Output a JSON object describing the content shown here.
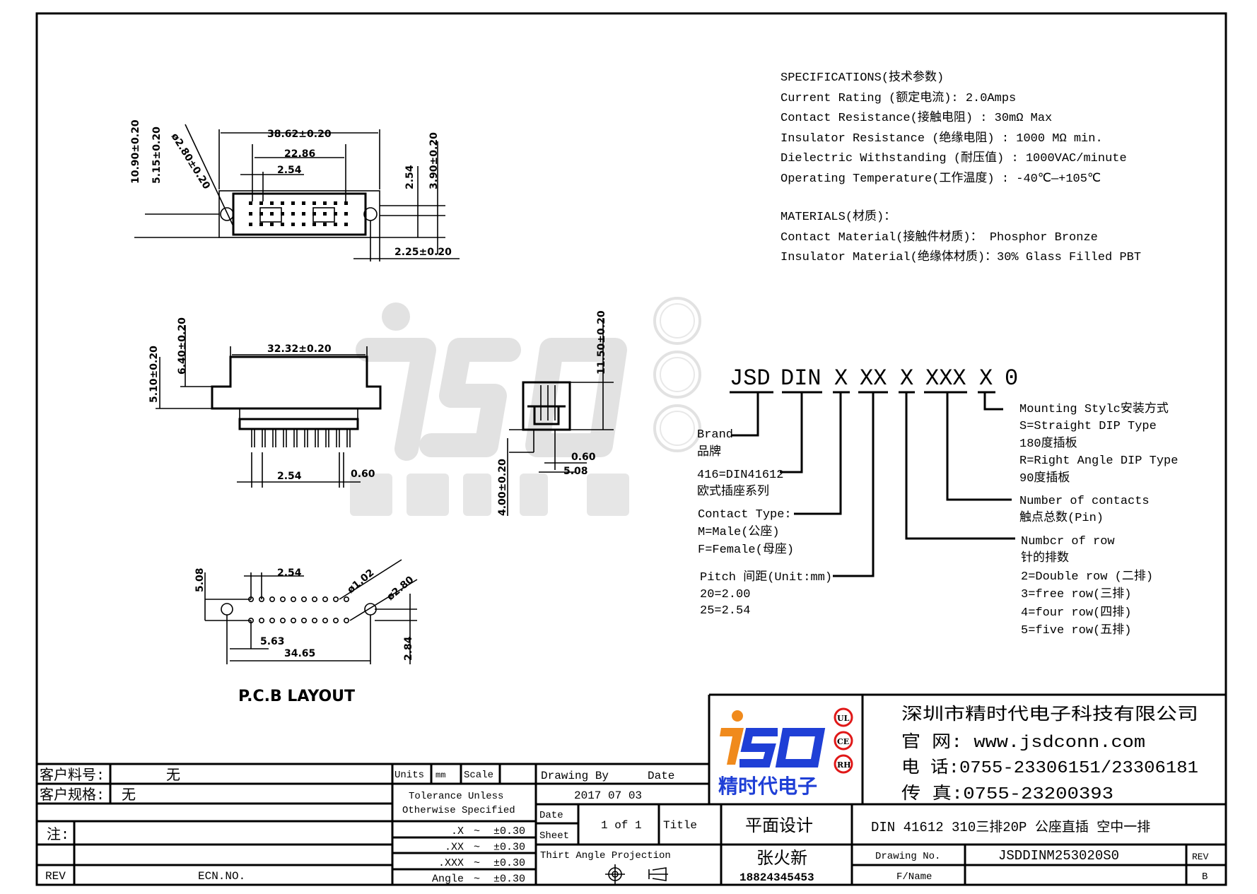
{
  "specifications": {
    "title": "SPECIFICATIONS(技术参数)",
    "lines": [
      "Current Rating (额定电流):   2.0Amps",
      "Contact Resistance(接触电阻) : 30mΩ  Max",
      "Insulator Resistance (绝缘电阻) : 1000 MΩ  min.",
      "Dielectric Withstanding (耐压值) : 1000VAC/minute",
      "Operating Temperature(工作温度) : -40℃—+105℃"
    ]
  },
  "materials": {
    "title": "MATERIALS(材质)：",
    "lines": [
      "Contact Material(接触件材质)：   Phosphor Bronze",
      "Insulator Material(绝缘体材质)：30% Glass Filled PBT"
    ]
  },
  "part_number": {
    "segments": [
      "JSD",
      "DIN",
      "X",
      "XX",
      "X",
      "XXX",
      "X",
      "0"
    ],
    "brand": [
      "Brand",
      "品牌"
    ],
    "series": [
      "416=DIN41612",
      "欧式插座系列"
    ],
    "contact_type": [
      "Contact Type:",
      "M=Male(公座)",
      "F=Female(母座)"
    ],
    "pitch": [
      "Pitch 间距(Unit:mm)",
      "20=2.00",
      "25=2.54"
    ],
    "mounting": [
      "Mounting Stylc安装方式",
      "S=Straight DIP Type",
      "180度插板",
      "R=Right Angle DIP Type",
      "90度插板"
    ],
    "contacts": [
      "Number of contacts",
      "触点总数(Pin)"
    ],
    "rows": [
      "Numbcr of row",
      "针的排数",
      "2=Double row (二排)",
      "3=free row(三排)",
      "4=four row(四排)",
      "5=five row(五排)"
    ]
  },
  "drawing": {
    "top_view": {
      "width": "38.62±0.20",
      "span": "22.86",
      "pitch": "2.54",
      "height": "10.90±0.20",
      "hole_offset": "5.15±0.20",
      "hole_dia": "ø2.80±0.20",
      "row_pitch": "2.54",
      "row_offset": "3.90±0.20",
      "edge": "2.25±0.20"
    },
    "side_view": {
      "width": "32.32±0.20",
      "height_a": "6.40±0.20",
      "height_b": "5.10±0.20",
      "pitch": "2.54",
      "pin": "0.60"
    },
    "end_view": {
      "height": "11.50±0.20",
      "tail": "4.00±0.20",
      "pin": "0.60",
      "spacing": "5.08"
    },
    "pcb": {
      "title": "P.C.B LAYOUT",
      "pitch": "2.54",
      "pin_hole": "ø1.02",
      "mount_hole": "ø2.80",
      "row_spacing": "5.08",
      "offset": "5.63",
      "hole_span": "34.65",
      "hole_offset": "2.84"
    }
  },
  "watermark": {
    "brand": "JSD",
    "name": "精时代电子",
    "certs": [
      "UL",
      "CE",
      "RH"
    ]
  },
  "title_block": {
    "customer_part_label": "客户料号:",
    "customer_part": "无",
    "customer_spec_label": "客户规格:",
    "customer_spec": "无",
    "notes_label": "注:",
    "rev_col_label": "REV",
    "ecn_label": "ECN.NO.",
    "units_label": "Units",
    "units": "mm",
    "scale_label": "Scale",
    "tolerance": [
      "Tolerance Unless",
      "Otherwise Specified"
    ],
    "tolerance_rows": [
      {
        "k": ".X",
        "s": "~",
        "v": "±0.30"
      },
      {
        "k": ".XX",
        "s": "~",
        "v": "±0.30"
      },
      {
        "k": ".XXX",
        "s": "~",
        "v": "±0.30"
      },
      {
        "k": "Angle",
        "s": "~",
        "v": "±0.30"
      }
    ],
    "drawing_by_label": "Drawing By",
    "date_label": "Date",
    "date": "2017  07  03",
    "date_label2": "Date",
    "sheet_label": "Sheet",
    "sheet": "1 of 1",
    "title_label": "Title",
    "projection": "Thirt Angle Projection",
    "design": "平面设计",
    "designer": "张火新",
    "designer_phone": "18824345453",
    "product_title": "DIN  41612 310三排20P 公座直插 空中一排",
    "drawing_no_label": "Drawing No.",
    "drawing_no": "JSDDINM253020S0",
    "rev_label": "REV",
    "fname_label": "F/Name",
    "rev": "B",
    "logo_name": "精时代电子",
    "company": "深圳市精时代电子科技有限公司",
    "website": "官    网: www.jsdconn.com",
    "phone": "电    话:0755-23306151/23306181",
    "fax": "传    真:0755-23200393"
  },
  "colors": {
    "logo_blue": "#1f3fd6",
    "logo_orange": "#f08a1c",
    "cert_red": "#e01818",
    "watermark": "#d9d9d9"
  }
}
